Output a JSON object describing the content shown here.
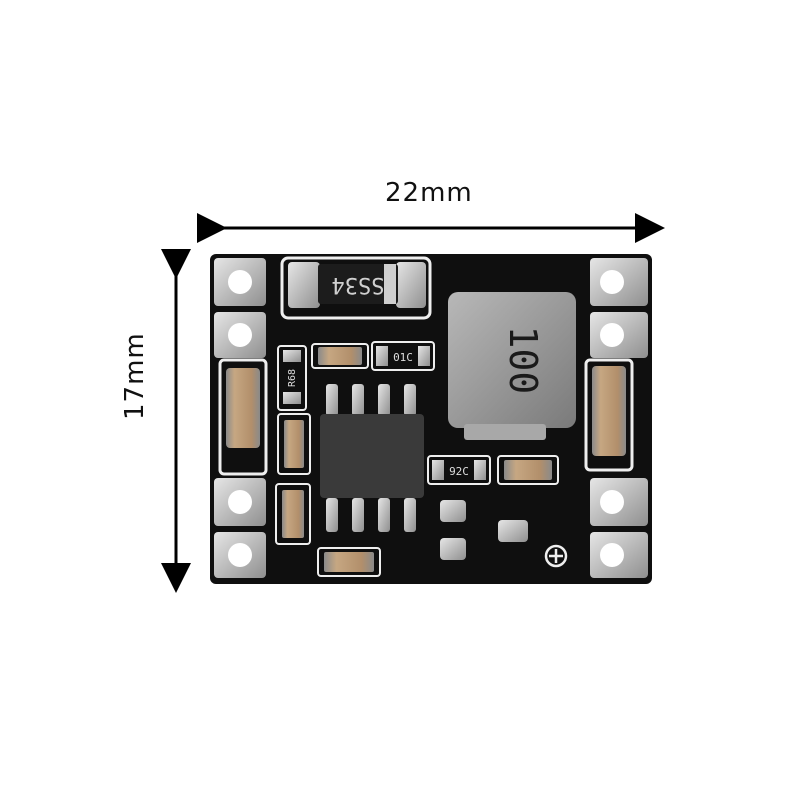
{
  "dimensions": {
    "width_label": "22mm",
    "height_label": "17mm"
  },
  "components": {
    "diode_marking": "SS34",
    "inductor_marking": "100",
    "resistor_left_marking": "R68",
    "resistor_top_marking": "01C",
    "resistor_mid_marking": "92C"
  },
  "colors": {
    "pcb": "#111111",
    "silkscreen": "#f2f2f2",
    "pad": "#c9c9c9",
    "inductor": "#9a9a9a",
    "capacitor": "#b99a7a",
    "arrow": "#000000"
  }
}
